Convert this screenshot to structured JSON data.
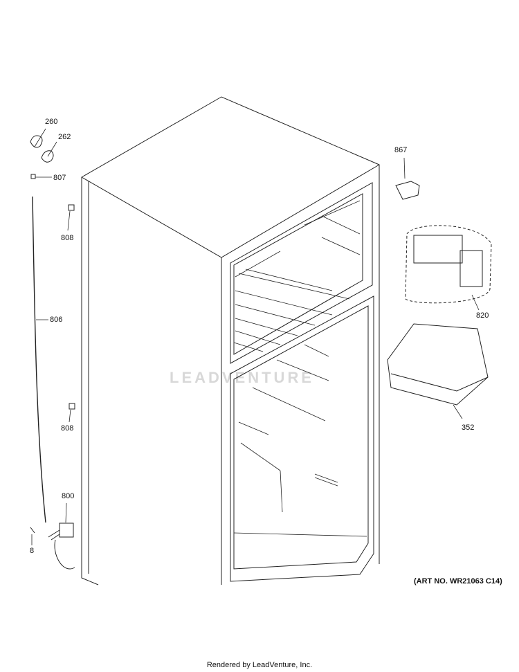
{
  "callouts": {
    "p260": "260",
    "p262": "262",
    "p807": "807",
    "p808a": "808",
    "p806": "806",
    "p808b": "808",
    "p800": "800",
    "p8": "8",
    "p867": "867",
    "p820": "820",
    "p352": "352"
  },
  "art_number": "(ART NO. WR21063 C14)",
  "footer": "Rendered by LeadVenture, Inc.",
  "watermark": "LEADVENTURE"
}
